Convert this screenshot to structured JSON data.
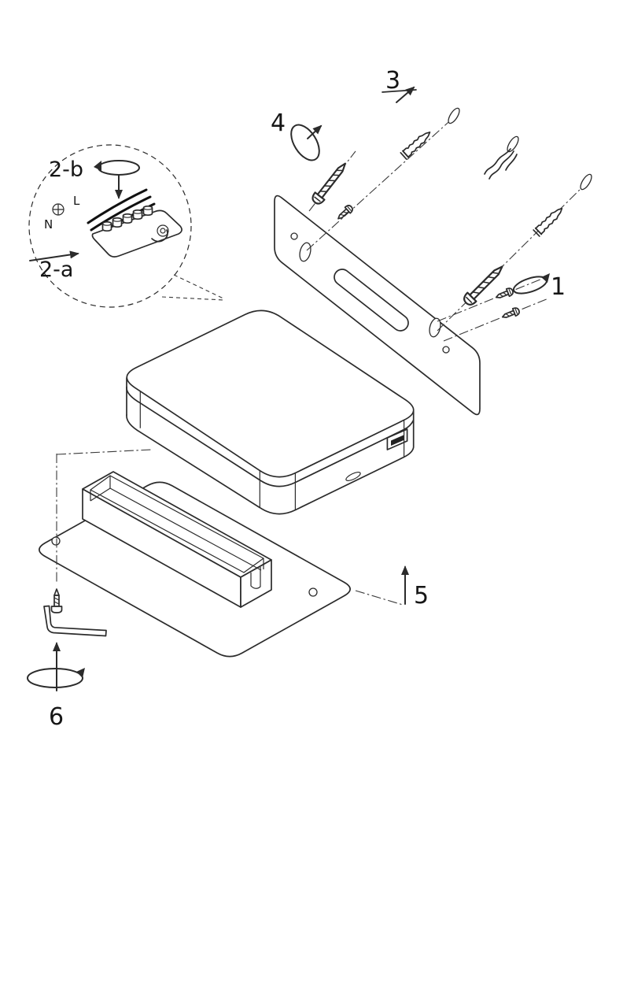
{
  "page": {
    "background": "#ffffff",
    "line_color": "#2b2b2b",
    "wire_color": "#111111"
  },
  "labels": {
    "step_1": "1",
    "step_2a": "2-a",
    "step_2b": "2-b",
    "step_3": "3",
    "step_4": "4",
    "step_5": "5",
    "step_6": "6",
    "wire_live": "L",
    "wire_neutral": "N"
  },
  "depicted_parts": [
    "wall-mounting-plate",
    "lamp-body",
    "bottom-mounting-plate",
    "cable-channel",
    "terminal-block-detail",
    "earth-symbol",
    "mains-wires",
    "wall-anchor",
    "mounting-screw",
    "fixing-screw",
    "set-screw",
    "allen-key",
    "usb-port",
    "rotation-arrow",
    "wall-hole"
  ]
}
